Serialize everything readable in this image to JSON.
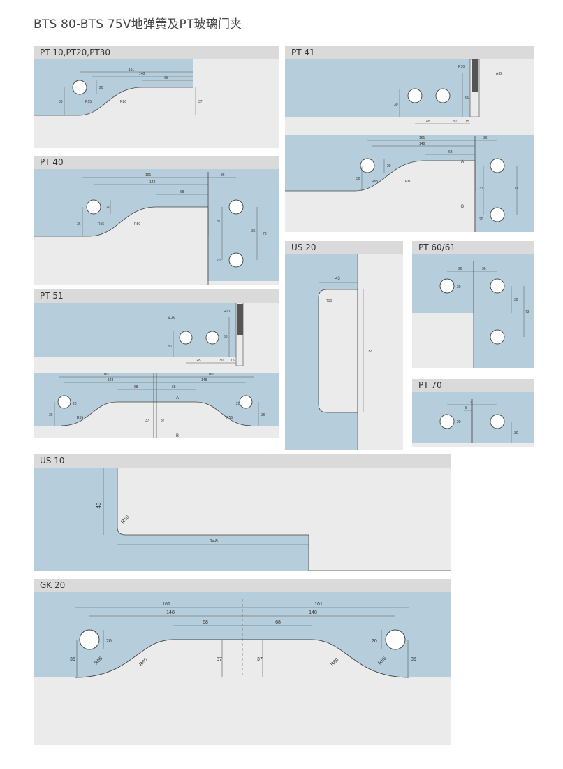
{
  "page_title": "BTS 80-BTS 75V地弹簧及PT玻璃门夹",
  "colors": {
    "glass": "#b6cedb",
    "panel": "#ebebeb",
    "header": "#dadada",
    "line": "#333333"
  },
  "panels": {
    "pt10": {
      "title": "PT 10,PT20,PT30",
      "d161": "161",
      "d148": "148",
      "d68": "68",
      "d20": "20",
      "d36": "36",
      "r55": "R55",
      "r80": "R80",
      "d37": "37"
    },
    "pt41": {
      "title": "PT 41",
      "r10": "R10",
      "ab": "A-B",
      "d30": "30",
      "d60": "60",
      "d45": "45",
      "d30b": "30",
      "d15": "15",
      "d161": "161",
      "d36": "36",
      "d148": "148",
      "d68": "68",
      "a": "A",
      "b": "B",
      "d20": "20",
      "d36v": "36",
      "d37": "37",
      "d73": "73",
      "d20b": "20",
      "r55": "R55",
      "r80": "R80"
    },
    "pt40": {
      "title": "PT 40",
      "d161": "161",
      "d36": "36",
      "d148": "148",
      "d68": "68",
      "d20": "20",
      "d36v": "36",
      "r55": "R55",
      "r80": "R80",
      "d37": "37",
      "d36r": "36",
      "d73": "73",
      "d20b": "20"
    },
    "pt51": {
      "title": "PT 51",
      "r10": "R10",
      "ab": "A-B",
      "d30": "30",
      "d60": "60",
      "d45": "45",
      "d30b": "30",
      "d15": "15",
      "d161": "161",
      "d161b": "161",
      "d148": "148",
      "d148b": "148",
      "d68": "68",
      "d68b": "68",
      "a": "A",
      "b": "B",
      "d20": "20",
      "d20b": "20",
      "d36": "36",
      "d36b": "36",
      "r55": "R55",
      "r55b": "R55",
      "d37": "37",
      "d37b": "37"
    },
    "us20": {
      "title": "US 20",
      "d43": "43",
      "r10": "R10",
      "d132": "132"
    },
    "pt60": {
      "title": "PT 60/61",
      "d26": "26",
      "d36": "36",
      "d20": "20",
      "d36v": "36",
      "d73": "73"
    },
    "pt70": {
      "title": "PT 70",
      "d73": "73",
      "d8": "8",
      "d20": "20",
      "d30": "30"
    },
    "us10": {
      "title": "US 10",
      "d43": "43",
      "r10": "R10",
      "d148": "148"
    },
    "gk20": {
      "title": "GK 20",
      "d161": "161",
      "d161b": "161",
      "d148": "148",
      "d148b": "148",
      "d68": "68",
      "d68b": "68",
      "d20": "20",
      "d20b": "20",
      "d36": "36",
      "d36b": "36",
      "r55": "R55",
      "r55b": "R55",
      "r80": "R80",
      "r80b": "R80",
      "d37": "37",
      "d37b": "37"
    }
  }
}
